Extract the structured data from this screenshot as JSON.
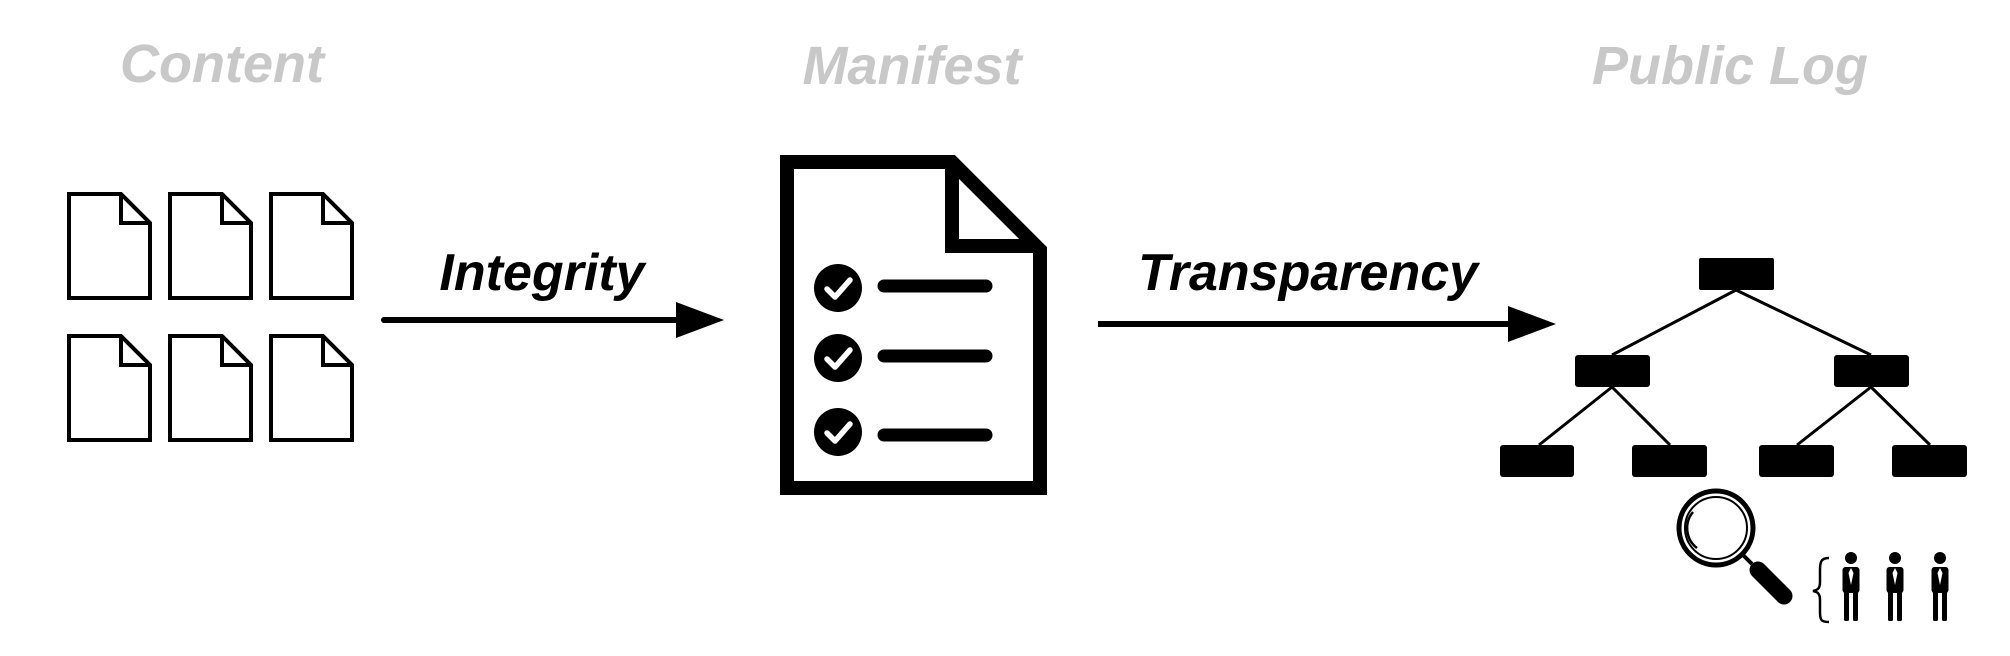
{
  "headings": {
    "content": "Content",
    "manifest": "Manifest",
    "public_log": "Public Log"
  },
  "arrows": {
    "integrity": "Integrity",
    "transparency": "Transparency"
  },
  "colors": {
    "heading": "#c8c8c8",
    "ink": "#000000",
    "background": "#ffffff"
  },
  "icons": {
    "content": "document-icon",
    "manifest": "checklist-document-icon",
    "log": "merkle-tree-icon",
    "audit": "magnifier-icon",
    "auditors": "person-icon"
  }
}
